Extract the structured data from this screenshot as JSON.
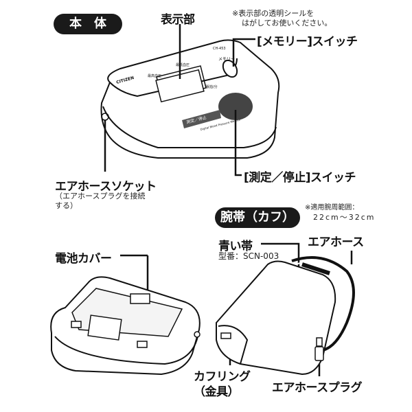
{
  "sections": {
    "body": "本　体",
    "cuff": "腕帯（カフ）"
  },
  "labels": {
    "display": "表示部",
    "note_line1": "※表示部の透明シールを",
    "note_line2": "はがしてお使いください。",
    "memory_switch": "[メモリー]スイッチ",
    "start_stop_switch": "[測定／停止]スイッチ",
    "air_hose_socket": "エアホースソケット",
    "socket_note_line1": "（エアホースプラグを接続",
    "socket_note_line2": "する）",
    "battery_cover": "電池カバー",
    "cuff_range_line1": "※適用腕周範囲：",
    "cuff_range_line2": "22cm～32cm",
    "blue_band": "青い帯",
    "model": "型番：SCN-003",
    "air_hose": "エアホース",
    "cuff_ring_line1": "カフリング",
    "cuff_ring_line2": "（金具）",
    "air_hose_plug": "エアホースプラグ"
  },
  "device_print": {
    "brand": "CITIZEN",
    "model": "CH-453",
    "systolic": "最高血圧",
    "diastolic": "最低血圧",
    "pulse": "脈拍/分",
    "memory": "メモリー",
    "start_stop": "測定／停止",
    "product": "Digital Blood Pressure Monitor"
  }
}
